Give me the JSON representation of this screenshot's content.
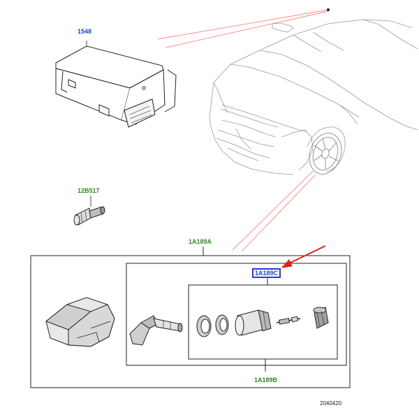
{
  "callouts": {
    "module": "1548",
    "valve_nut": "12B517",
    "sensor_kit": "1A189A",
    "valve_kit": "1A189C",
    "seal_kit": "1A189B"
  },
  "figure_number": "2040420",
  "colors": {
    "callout_blue": "#1f3fd0",
    "callout_green": "#2f8a1f",
    "leader_red": "#ff7f7f",
    "arrow_red": "#e0201a",
    "line_art": "#222222",
    "car_outline": "#9a9a9a"
  }
}
